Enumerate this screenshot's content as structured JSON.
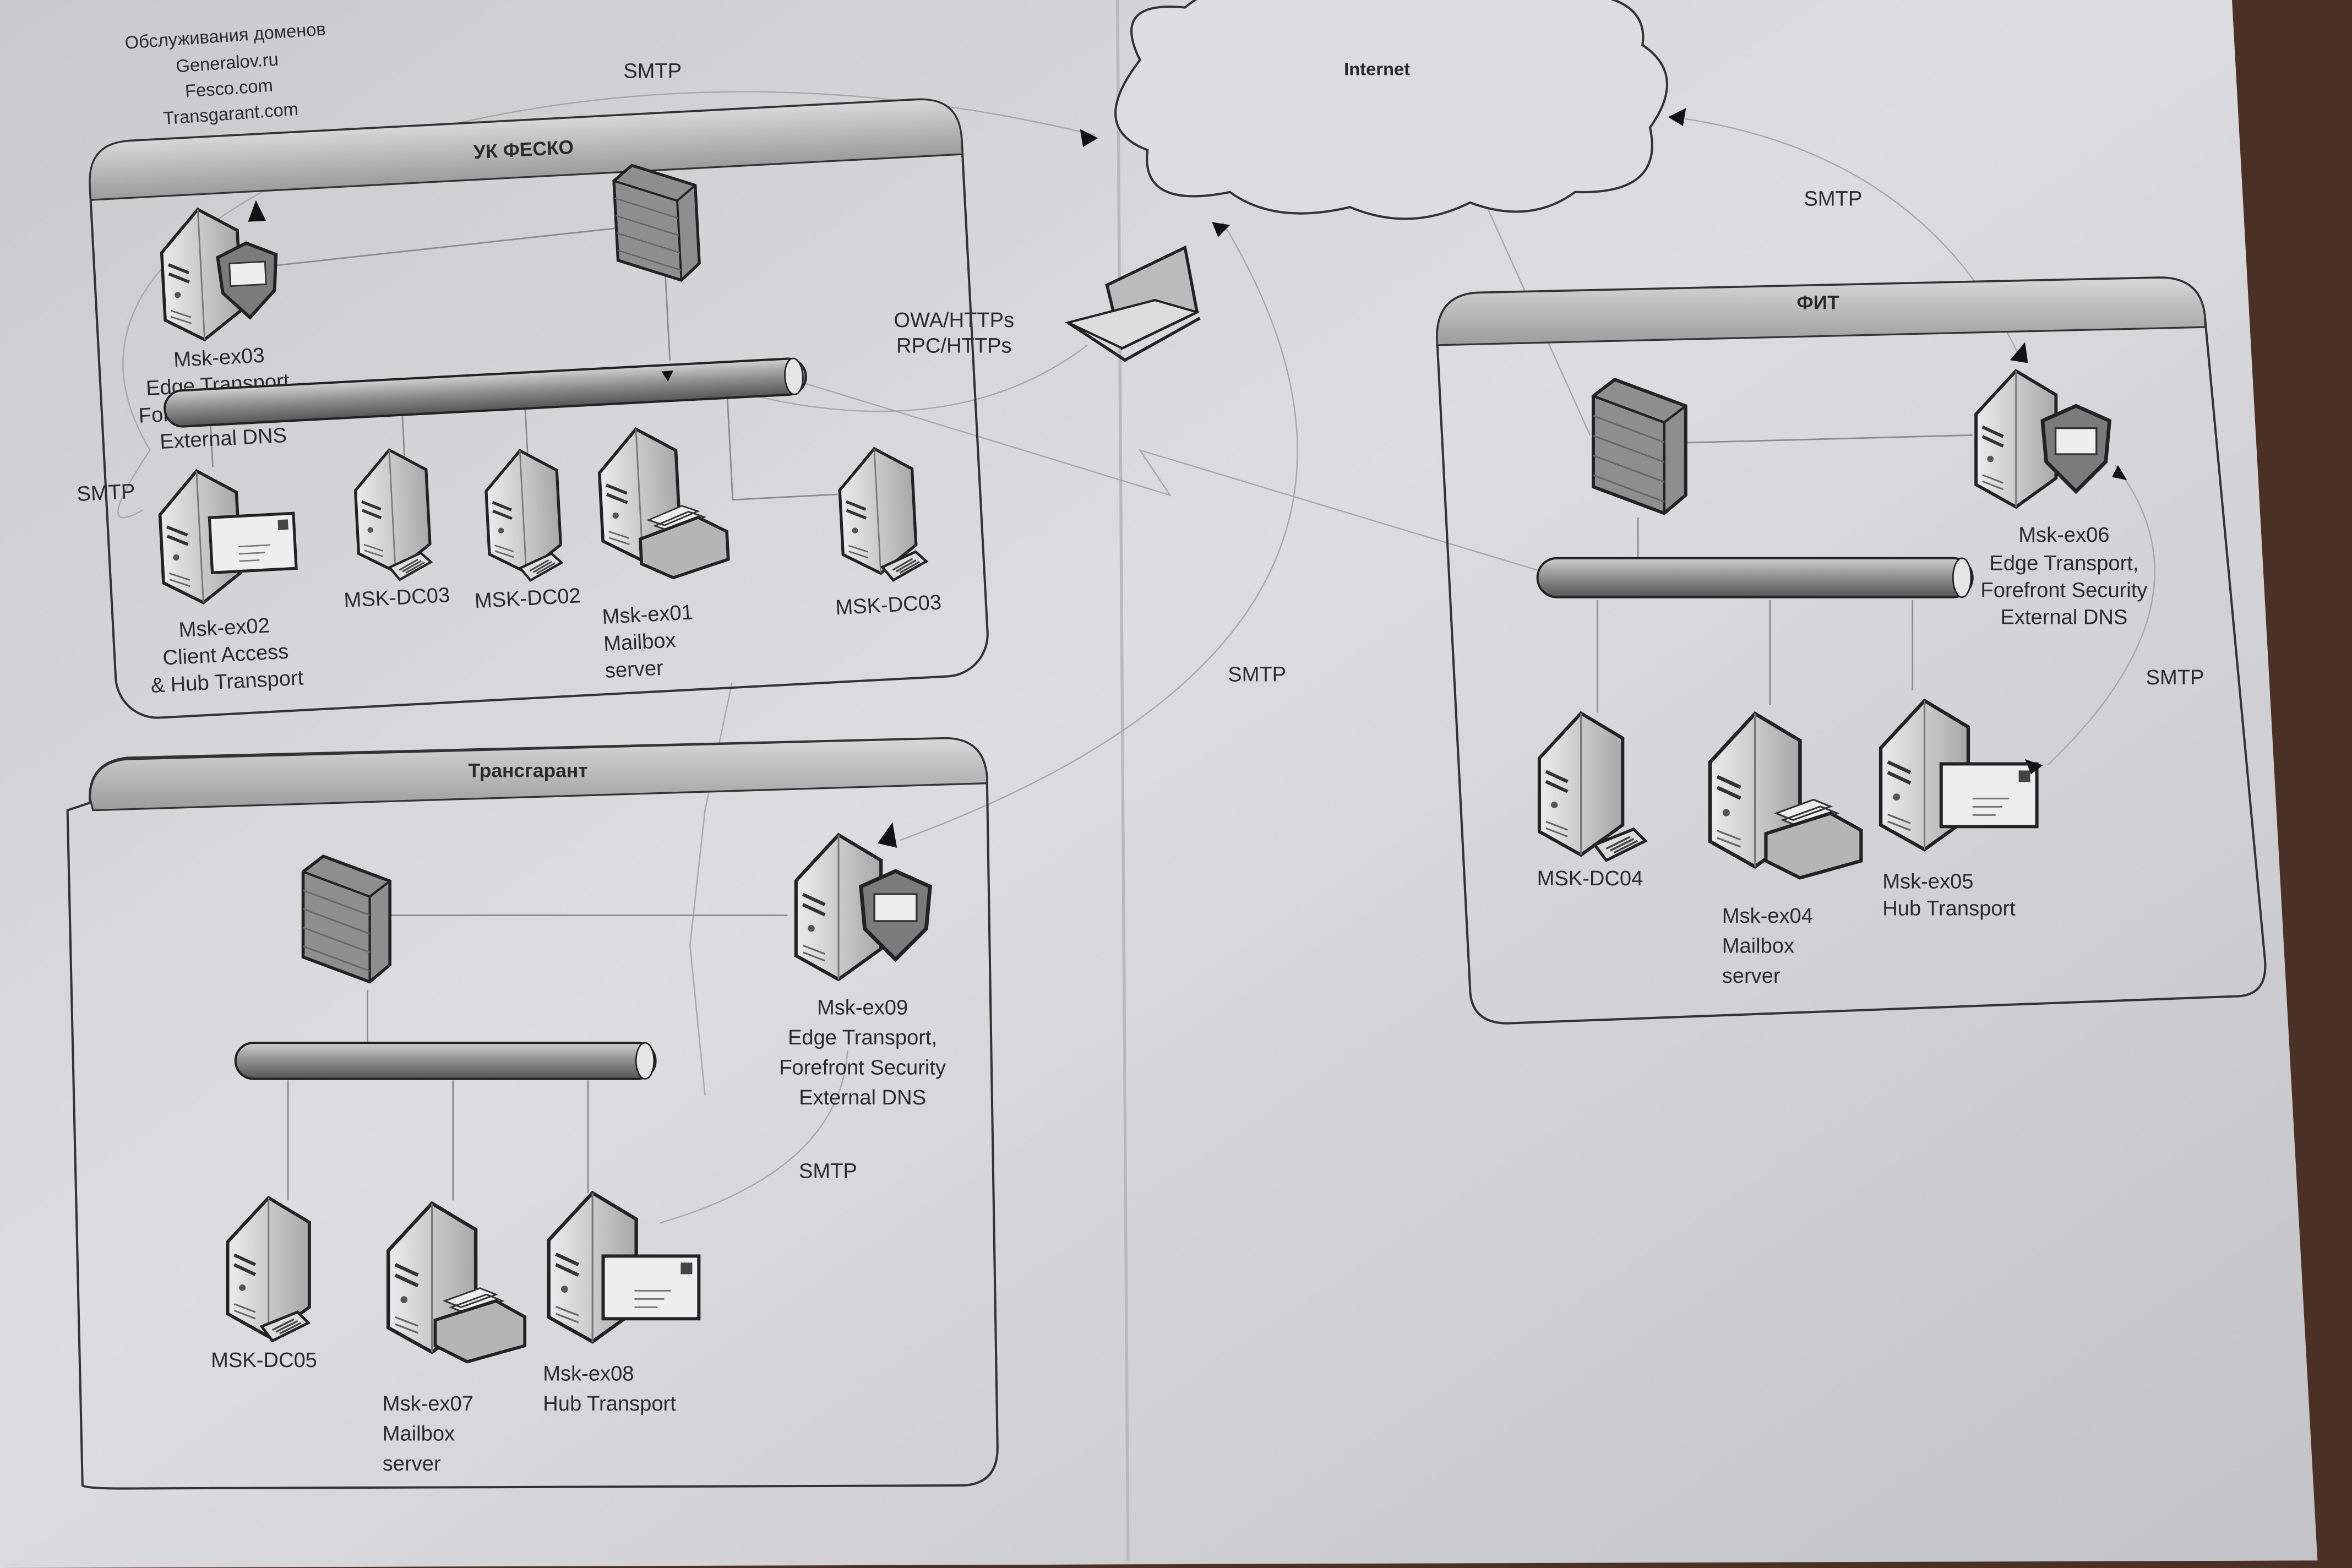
{
  "domains_note": [
    "Обслуживания доменов",
    "Generalov.ru",
    "Fesco.com",
    "Transgarant.com"
  ],
  "internet": {
    "label": "Internet"
  },
  "links": {
    "smtp_top": "SMTP",
    "smtp_right": "SMTP",
    "smtp_center": "SMTP",
    "owa": [
      "OWA/HTTPs",
      "RPC/HTTPs"
    ]
  },
  "sites": {
    "fesco": {
      "title": "УК ФЕСКО",
      "smtp_label": "SMTP",
      "edge": [
        "Msk-ex03",
        "Edge Transport,",
        "Forefront Security",
        "External DNS"
      ],
      "cas_hub": [
        "Msk-ex02",
        "Client Access",
        "& Hub Transport"
      ],
      "dc_a": "MSK-DC03",
      "dc_b": "MSK-DC02",
      "mailbox": [
        "Msk-ex01",
        "Mailbox",
        "server"
      ],
      "dc_c": "MSK-DC03"
    },
    "transgarant": {
      "title": "Трансгарант",
      "smtp_label": "SMTP",
      "edge": [
        "Msk-ex09",
        "Edge Transport,",
        "Forefront Security",
        "External DNS"
      ],
      "dc": "MSK-DC05",
      "mailbox": [
        "Msk-ex07",
        "Mailbox",
        "server"
      ],
      "hub": [
        "Msk-ex08",
        "Hub Transport"
      ]
    },
    "fit": {
      "title": "ФИТ",
      "smtp_label": "SMTP",
      "edge": [
        "Msk-ex06",
        "Edge Transport,",
        "Forefront Security",
        "External DNS"
      ],
      "dc": "MSK-DC04",
      "mailbox": [
        "Msk-ex04",
        "Mailbox",
        "server"
      ],
      "hub": [
        "Msk-ex05",
        "Hub Transport"
      ]
    }
  }
}
